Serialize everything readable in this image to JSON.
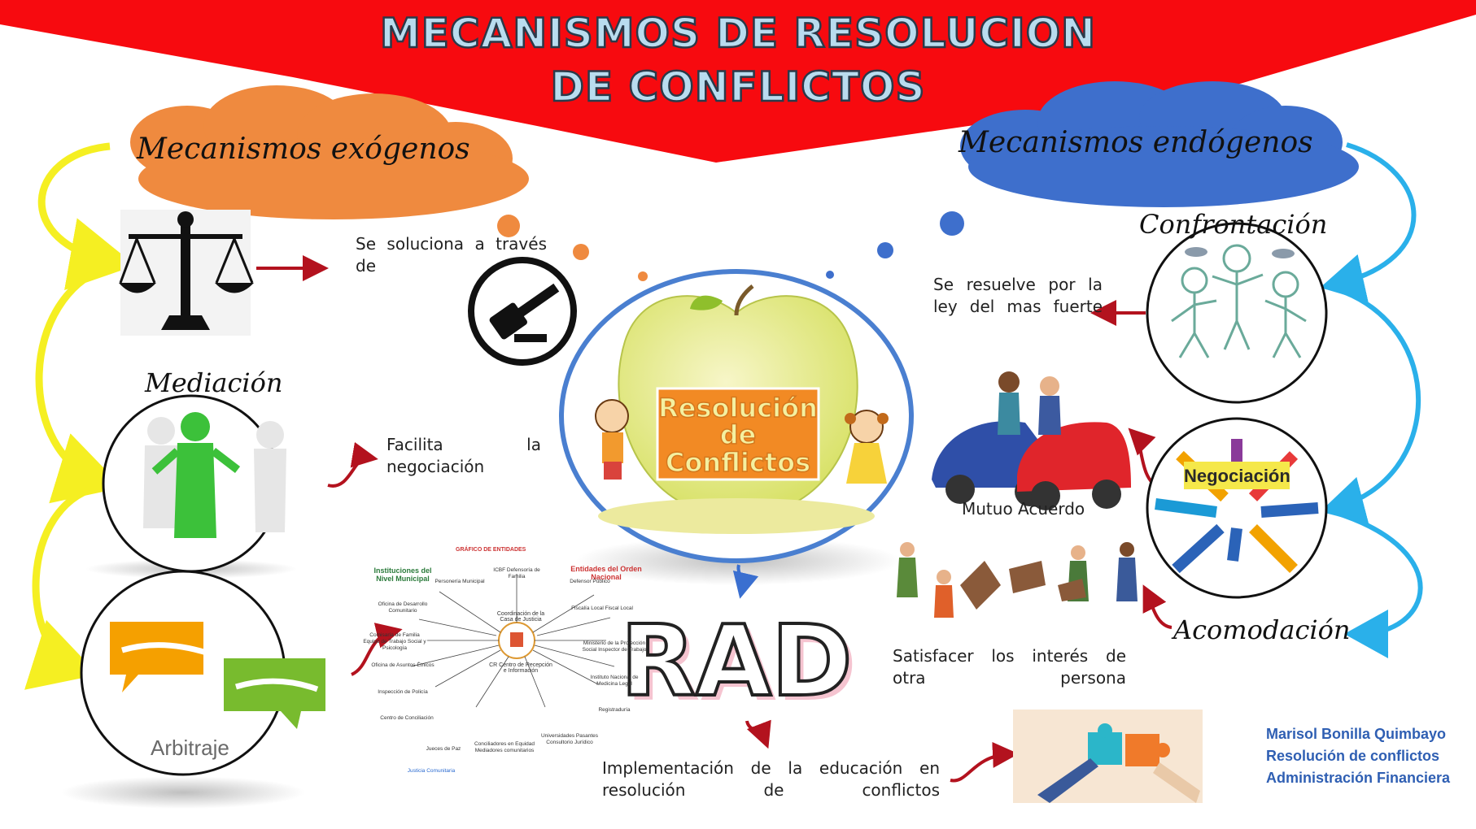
{
  "title": {
    "line1": "MECANISMOS DE RESOLUCION",
    "line2": "DE CONFLICTOS"
  },
  "colors": {
    "banner": "#f70a0f",
    "exogenous_cloud": "#ef8a3f",
    "endogenous_cloud": "#3e6fcc",
    "left_flow": "#f5ef22",
    "right_flow": "#2ab0ea",
    "arrow": "#b3121e",
    "center_ring": "#4a7fd0",
    "credit_text": "#2f5fb3"
  },
  "exogenous": {
    "label": "Mecanismos exógenos",
    "scale_note": "Se soluciona a través de",
    "mediation": {
      "label": "Mediación",
      "description": "Facilita la negociación"
    },
    "arbitration": {
      "label": "Arbitraje"
    },
    "entities_chart": {
      "title": "GRÁFICO DE ENTIDADES",
      "group_left": "Instituciones del Nivel Municipal",
      "group_right": "Entidades del Orden Nacional",
      "hub": "CR Centro de Recepción e Información",
      "hub_top": "Coordinación de la Casa de Justicia",
      "nodes": [
        "Personería Municipal",
        "ICBF Defensoría de Familia",
        "Defensor Público",
        "Oficina de Desarrollo Comunitario",
        "Fiscalía Local Fiscal Local",
        "Comisaría de Familia Equipo de Trabajo Social y Psicología",
        "Ministerio de la Protección Social Inspector de Trabajo",
        "Oficina de Asuntos Étnicos",
        "Inspección de Policía",
        "Instituto Nacional de Medicina Legal",
        "Centro de Conciliación",
        "Registraduría",
        "Jueces de Paz",
        "Conciliadores en Equidad Mediadores comunitarios",
        "Universidades Pasantes Consultorio Jurídico",
        "Justicia Comunitaria"
      ]
    }
  },
  "center": {
    "line1": "Resolución",
    "line2": "de",
    "line3": "Conflictos"
  },
  "rad": {
    "label": "RAD",
    "description": "Implementación de la educación en resolución de conflictos"
  },
  "endogenous": {
    "label": "Mecanismos endógenos",
    "confrontation": {
      "label": "Confrontación",
      "description": "Se resuelve por la ley del mas fuerte"
    },
    "negotiation": {
      "label": "Negociación",
      "description": "Mutuo Acuerdo"
    },
    "accommodation": {
      "label": "Acomodación",
      "description": "Satisfacer los interés de otra persona"
    }
  },
  "credit": {
    "name": "Marisol Bonilla Quimbayo",
    "course": "Resolución de conflictos",
    "program": "Administración Financiera"
  }
}
